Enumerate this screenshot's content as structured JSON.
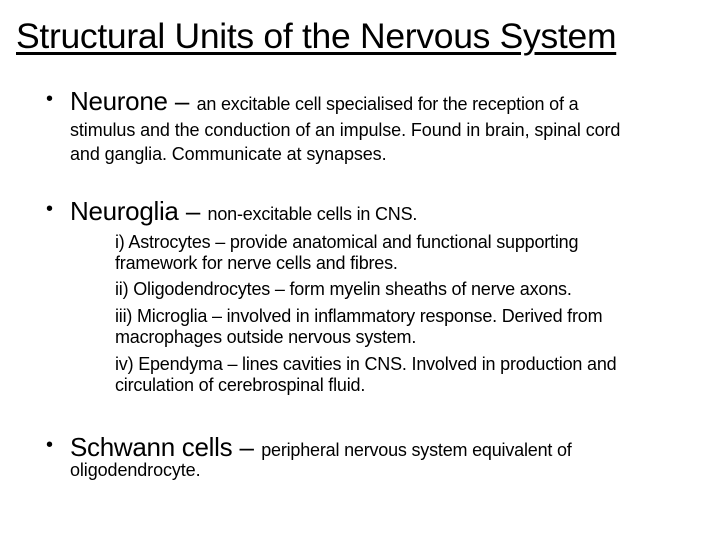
{
  "slide": {
    "title": "Structural Units of the Nervous System",
    "bullet_glyph": "•",
    "bullets": [
      {
        "term": "Neurone",
        "dash": " – ",
        "definition": "an excitable cell specialised for the reception of a",
        "continuation": [
          "stimulus and the conduction of an impulse.  Found in brain, spinal cord",
          "and ganglia.  Communicate at synapses."
        ]
      },
      {
        "term": "Neuroglia",
        "dash": " – ",
        "definition": "non-excitable cells in CNS.",
        "sub_items": [
          {
            "lines": [
              "i)  Astrocytes – provide anatomical and functional supporting",
              "framework for nerve cells and fibres."
            ]
          },
          {
            "lines": [
              "ii) Oligodendrocytes – form myelin sheaths of nerve axons."
            ]
          },
          {
            "lines": [
              "iii) Microglia – involved in inflammatory response. Derived from",
              "macrophages outside nervous system."
            ]
          },
          {
            "lines": [
              "iv) Ependyma – lines cavities in CNS. Involved in production and",
              "circulation of cerebrospinal fluid."
            ]
          }
        ]
      },
      {
        "term": "Schwann cells",
        "dash": " – ",
        "definition": "peripheral nervous system equivalent of",
        "continuation": [
          "oligodendrocyte."
        ]
      }
    ]
  }
}
